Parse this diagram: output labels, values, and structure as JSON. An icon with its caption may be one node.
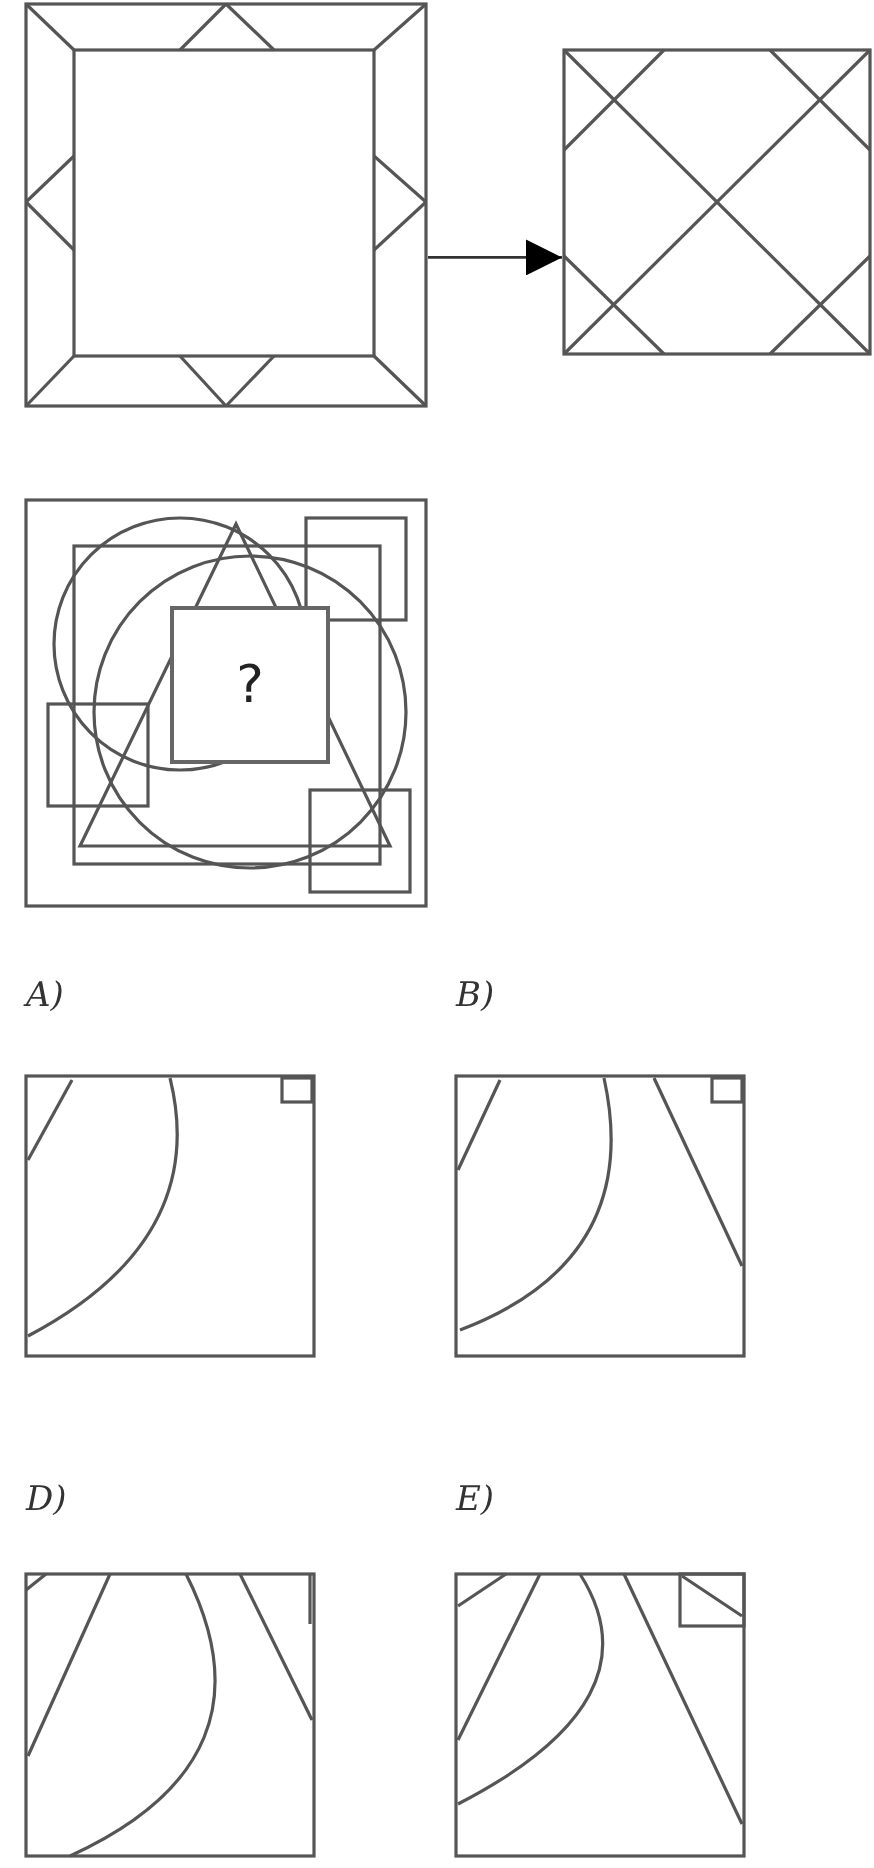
{
  "diagram": {
    "nodes": [
      {
        "text": [],
        "shape": "picture"
      },
      {
        "text": [],
        "shape": "picture"
      },
      {
        "text": [],
        "shape": "picture"
      },
      {
        "text": [
          "?"
        ],
        "in": 2
      },
      {
        "text": [
          "A)"
        ]
      },
      {
        "text": [
          "B)"
        ]
      },
      {
        "text": [
          "D)"
        ]
      },
      {
        "text": [
          "E)"
        ]
      }
    ],
    "edges": [
      {
        "from": 0,
        "to": 1,
        "arrow": "to"
      }
    ]
  }
}
